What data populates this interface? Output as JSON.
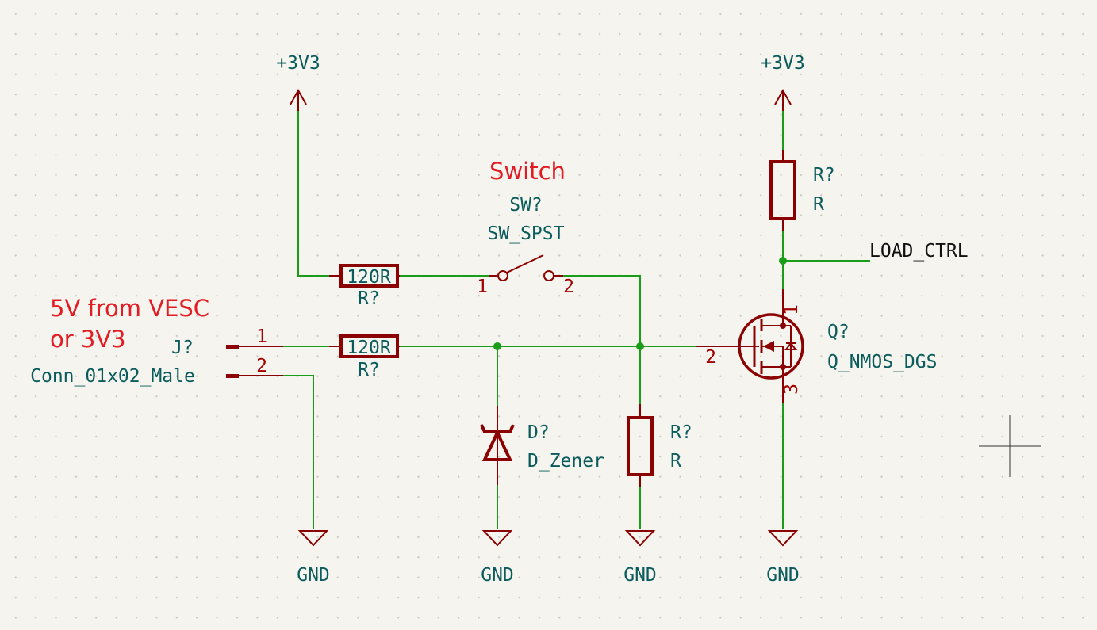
{
  "power_labels": {
    "left_3v3": "+3V3",
    "right_3v3": "+3V3"
  },
  "ground_labels": [
    "GND",
    "GND",
    "GND",
    "GND"
  ],
  "notes": {
    "switch": "Switch",
    "input_line1": "5V from VESC",
    "input_line2": "or 3V3"
  },
  "switch": {
    "ref": "SW?",
    "value": "SW_SPST",
    "pin1": "1",
    "pin2": "2"
  },
  "resistor_top": {
    "value": "120R",
    "ref": "R?"
  },
  "resistor_mid": {
    "value": "120R",
    "ref": "R?"
  },
  "resistor_pullup": {
    "ref": "R?",
    "value": "R"
  },
  "resistor_pulldown": {
    "ref": "R?",
    "value": "R"
  },
  "connector": {
    "ref": "J?",
    "value": "Conn_01x02_Male",
    "pin1": "1",
    "pin2": "2"
  },
  "zener": {
    "ref": "D?",
    "value": "D_Zener"
  },
  "mosfet": {
    "ref": "Q?",
    "value": "Q_NMOS_DGS",
    "pin1": "1",
    "pin2": "2",
    "pin3": "3"
  },
  "net_label": "LOAD_CTRL",
  "colors": {
    "wire": "#1a9e1a",
    "symbol": "#8b0000",
    "field_text": "#0a5b5b",
    "note_text": "#e31c23",
    "background": "#f5f4ef"
  }
}
